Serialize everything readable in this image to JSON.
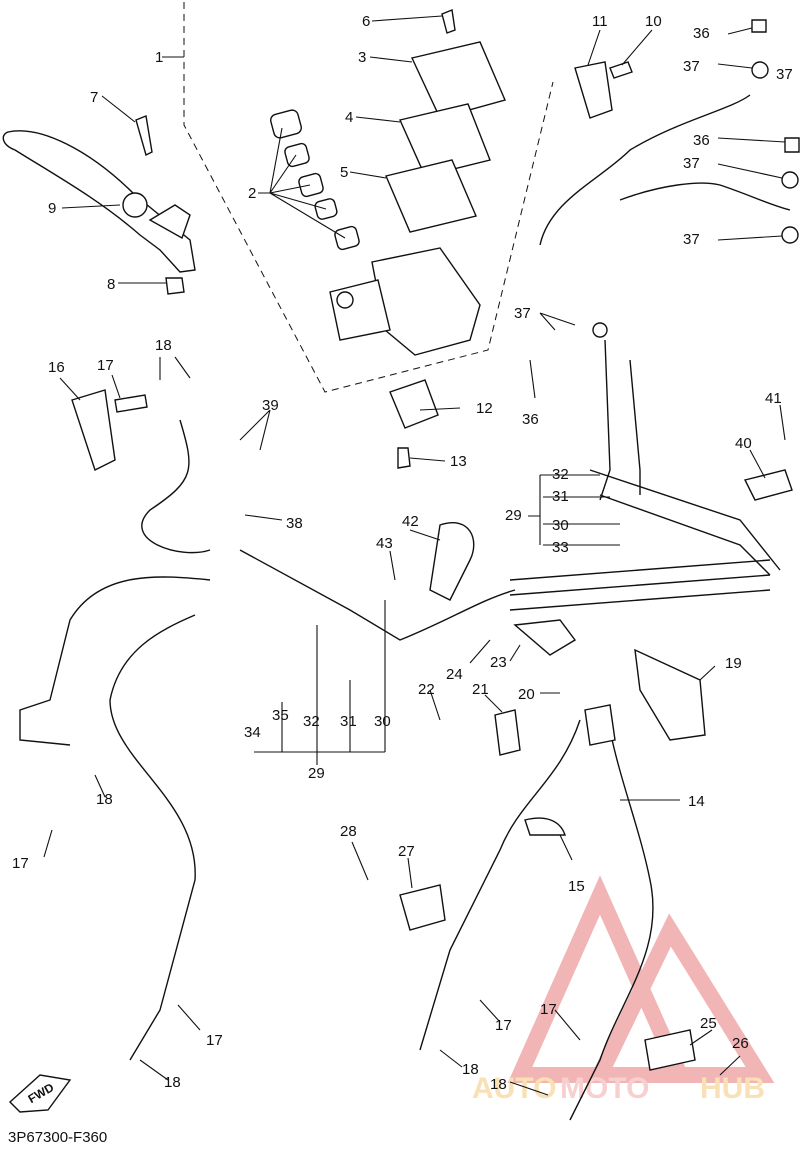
{
  "diagram": {
    "code": "3P67300-F360",
    "fwd_label": "FWD",
    "watermark": {
      "word_left": "AUTO",
      "word_mid": "MOTO",
      "word_right": "HUB",
      "colors": [
        "#f3b6b6",
        "#f5d9a0"
      ]
    },
    "labels": [
      {
        "id": "p1",
        "text": "1"
      },
      {
        "id": "p2",
        "text": "2"
      },
      {
        "id": "p3",
        "text": "3"
      },
      {
        "id": "p4",
        "text": "4"
      },
      {
        "id": "p5",
        "text": "5"
      },
      {
        "id": "p6",
        "text": "6"
      },
      {
        "id": "p7",
        "text": "7"
      },
      {
        "id": "p8",
        "text": "8"
      },
      {
        "id": "p9",
        "text": "9"
      },
      {
        "id": "p10",
        "text": "10"
      },
      {
        "id": "p11",
        "text": "11"
      },
      {
        "id": "p12",
        "text": "12"
      },
      {
        "id": "p13",
        "text": "13"
      },
      {
        "id": "p14",
        "text": "14"
      },
      {
        "id": "p15",
        "text": "15"
      },
      {
        "id": "p16",
        "text": "16"
      },
      {
        "id": "p17a",
        "text": "17"
      },
      {
        "id": "p17b",
        "text": "17"
      },
      {
        "id": "p17c",
        "text": "17"
      },
      {
        "id": "p17d",
        "text": "17"
      },
      {
        "id": "p17e",
        "text": "17"
      },
      {
        "id": "p18a",
        "text": "18"
      },
      {
        "id": "p18b",
        "text": "18"
      },
      {
        "id": "p18c",
        "text": "18"
      },
      {
        "id": "p18d",
        "text": "18"
      },
      {
        "id": "p18e",
        "text": "18"
      },
      {
        "id": "p19",
        "text": "19"
      },
      {
        "id": "p20",
        "text": "20"
      },
      {
        "id": "p21",
        "text": "21"
      },
      {
        "id": "p22",
        "text": "22"
      },
      {
        "id": "p23",
        "text": "23"
      },
      {
        "id": "p24",
        "text": "24"
      },
      {
        "id": "p25",
        "text": "25"
      },
      {
        "id": "p26",
        "text": "26"
      },
      {
        "id": "p27",
        "text": "27"
      },
      {
        "id": "p28",
        "text": "28"
      },
      {
        "id": "p29a",
        "text": "29"
      },
      {
        "id": "p29b",
        "text": "29"
      },
      {
        "id": "p30a",
        "text": "30"
      },
      {
        "id": "p30b",
        "text": "30"
      },
      {
        "id": "p31a",
        "text": "31"
      },
      {
        "id": "p31b",
        "text": "31"
      },
      {
        "id": "p32a",
        "text": "32"
      },
      {
        "id": "p32b",
        "text": "32"
      },
      {
        "id": "p33",
        "text": "33"
      },
      {
        "id": "p34",
        "text": "34"
      },
      {
        "id": "p35",
        "text": "35"
      },
      {
        "id": "p36a",
        "text": "36"
      },
      {
        "id": "p36b",
        "text": "36"
      },
      {
        "id": "p36c",
        "text": "36"
      },
      {
        "id": "p37a",
        "text": "37"
      },
      {
        "id": "p37b",
        "text": "37"
      },
      {
        "id": "p37c",
        "text": "37"
      },
      {
        "id": "p37d",
        "text": "37"
      },
      {
        "id": "p37e",
        "text": "37"
      },
      {
        "id": "p38",
        "text": "38"
      },
      {
        "id": "p39",
        "text": "39"
      },
      {
        "id": "p40",
        "text": "40"
      },
      {
        "id": "p41",
        "text": "41"
      },
      {
        "id": "p42",
        "text": "42"
      },
      {
        "id": "p43",
        "text": "43"
      }
    ]
  }
}
